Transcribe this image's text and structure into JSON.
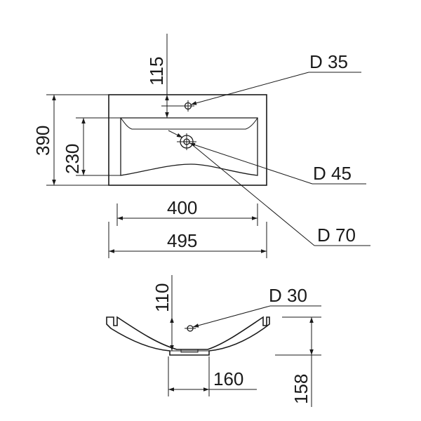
{
  "top_view": {
    "tap_hole_height": "115",
    "tap_hole_diameter": "D 35",
    "overall_depth": "390",
    "basin_depth": "230",
    "drain_diameter": "D 45",
    "drain_outer_diameter": "D 70",
    "basin_width": "400",
    "overall_width": "495"
  },
  "side_view": {
    "height": "110",
    "hole_diameter": "D 30",
    "offset": "160",
    "total_height": "158"
  }
}
